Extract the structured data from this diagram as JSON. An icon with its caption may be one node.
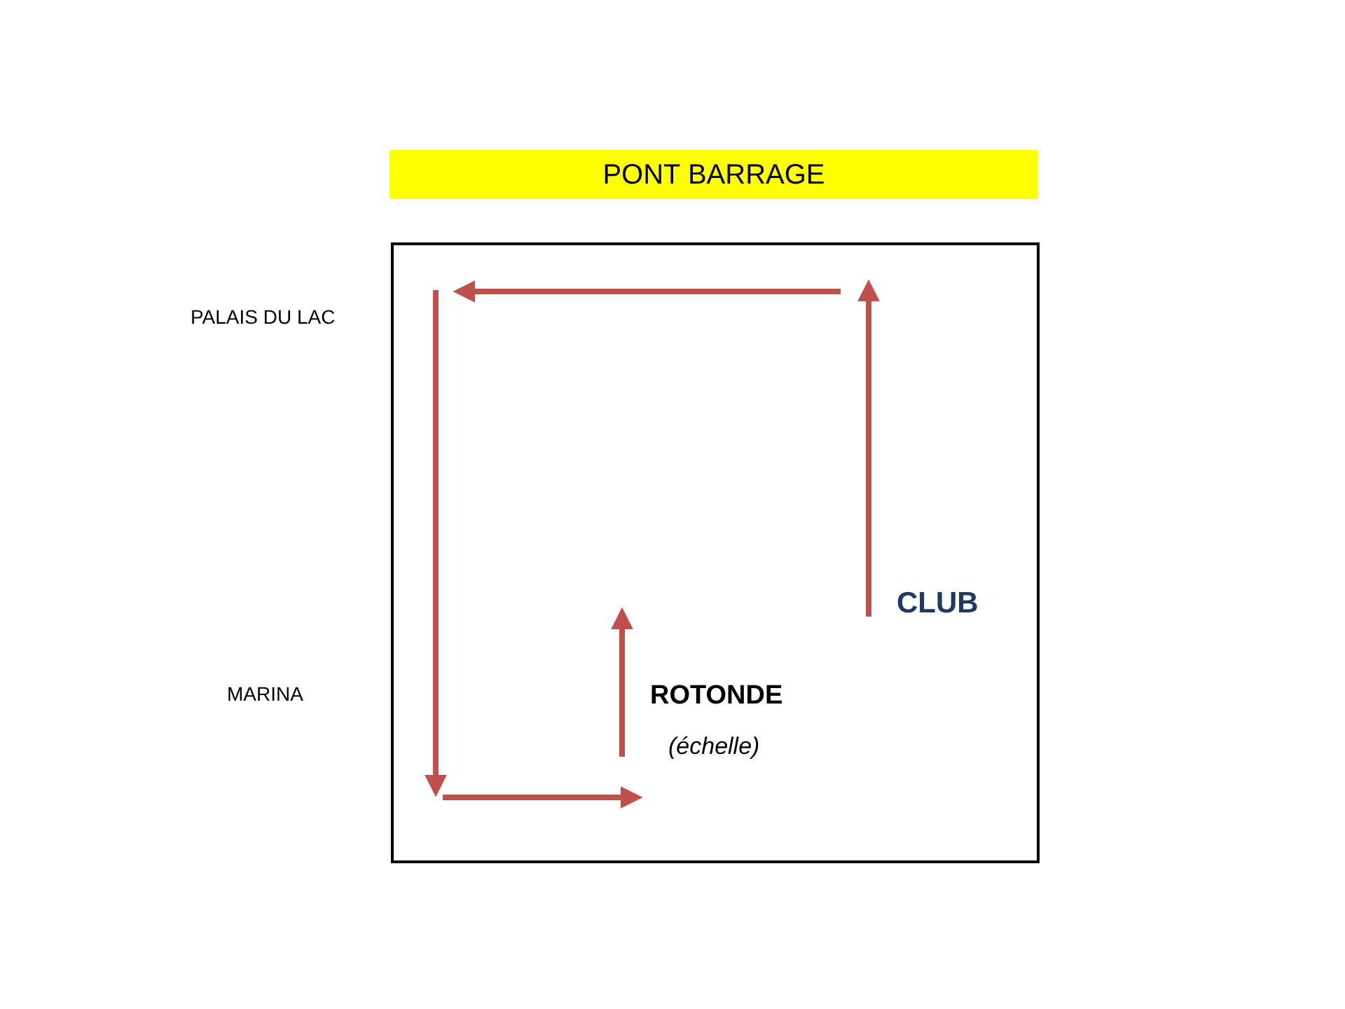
{
  "diagram": {
    "nodes": [
      {
        "text": [
          "PONT BARRAGE"
        ]
      },
      {
        "text": [],
        "shape": "box"
      }
    ],
    "labels": [
      "PALAIS DU LAC",
      "MARINA",
      "ROTONDE",
      "(échelle)",
      "CLUB"
    ]
  }
}
